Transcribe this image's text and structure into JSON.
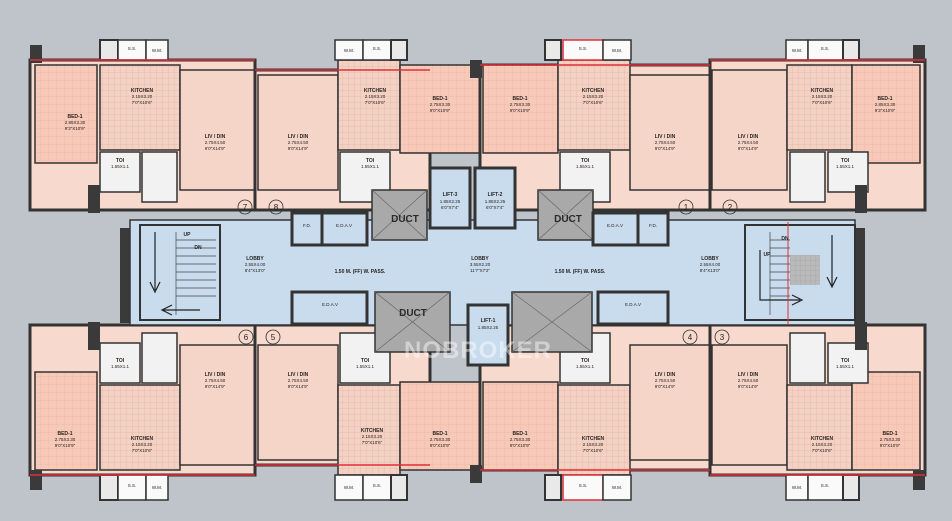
{
  "watermark": "NOBROKER",
  "units": {
    "bed_label": "BED-1",
    "kitchen_label": "KITCHEN",
    "livdin_label": "LIV / DIN",
    "toilet_label": "TOI",
    "bed_size_a": "2.85X3.30",
    "bed_size_a_ft": "9'3\"X10'9\"",
    "bed_size_b": "2.75X3.30",
    "bed_size_b_ft": "9'0\"X10'9\"",
    "kitchen_size": "2.15X3.20",
    "kitchen_size_ft": "7'0\"X10'6\"",
    "livdin_size": "2.75X4.50",
    "livdin_size_ft": "9'0\"X14'9\"",
    "toi_size": "1.55X1.1",
    "toi_size_ft": "5'0\"X3'6\"",
    "ss_label": "S.S.",
    "wm_label": "W.M."
  },
  "core": {
    "lobby_label": "LOBBY",
    "lobby_side_size": "2.55X4.00",
    "lobby_side_size_ft": "8'4\"X13'0\"",
    "lobby_center_size": "3.55X2.20",
    "lobby_center_size_ft": "11'7\"X7'2\"",
    "passage_label": "1.50 M. (FF) W. PASS.",
    "lift_a": "LIFT-3",
    "lift_b": "LIFT-2",
    "lift_c": "LIFT-1",
    "lift_size": "1.85X2.25",
    "lift_size_ft": "6'0\"X7'4\"",
    "duct_label": "DUCT",
    "eda_label": "E.D.A.V",
    "fd_label": "F.D.",
    "stair_up": "UP",
    "stair_dn": "DN"
  },
  "flat_numbers": [
    "1",
    "2",
    "3",
    "4",
    "5",
    "6",
    "7",
    "8"
  ]
}
